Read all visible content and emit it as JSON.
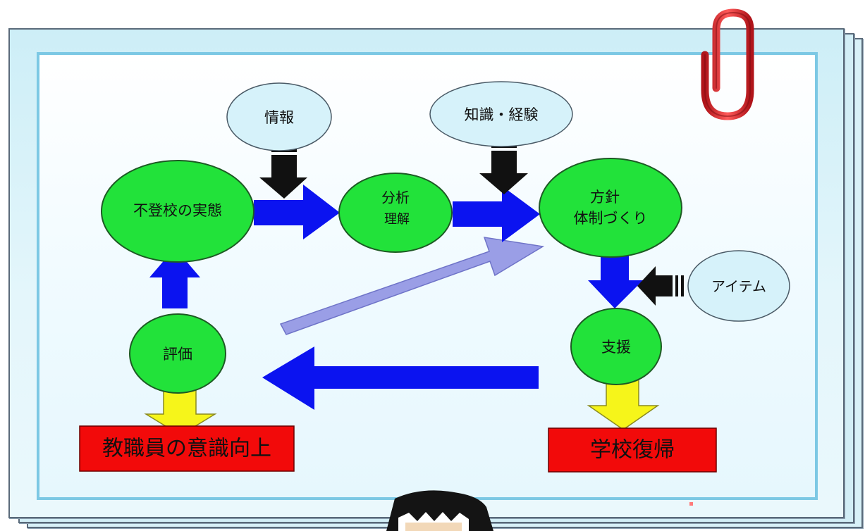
{
  "nodes": {
    "futoukou": "不登校の実態",
    "bunseki_line1": "分析",
    "bunseki_line2": "理解",
    "houshin_line1": "方針",
    "houshin_line2": "体制づくり",
    "shien": "支援",
    "hyouka": "評価"
  },
  "inputs": {
    "jouhou": "情報",
    "chishiki": "知識・経験",
    "item": "アイテム"
  },
  "outcomes": {
    "kyoushokuin": "教職員の意識向上",
    "gakkou": "学校復帰"
  },
  "colors": {
    "green_node": "#22e23a",
    "blue_arrow": "#0b13f0",
    "lavender_arrow": "#9a9ee6",
    "yellow_arrow": "#f6f51a",
    "red_box": "#f20a0a",
    "input_ellipse": "#d6f2fa",
    "paperclip": "#e0262a"
  },
  "icons": {
    "paperclip": "paperclip-icon",
    "person": "person-head-icon"
  }
}
